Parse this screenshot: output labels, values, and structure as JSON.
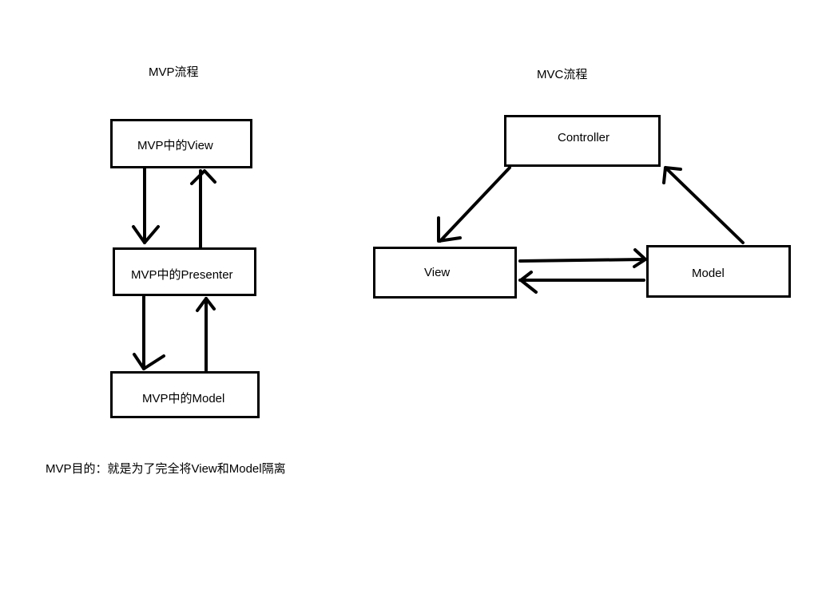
{
  "mvp": {
    "title": "MVP流程",
    "view_label": "MVP中的View",
    "presenter_label": "MVP中的Presenter",
    "model_label": "MVP中的Model"
  },
  "mvc": {
    "title": "MVC流程",
    "controller_label": "Controller",
    "view_label": "View",
    "model_label": "Model"
  },
  "note": "MVP目的：就是为了完全将View和Model隔离",
  "colors": {
    "stroke": "#000000",
    "background": "#ffffff"
  }
}
